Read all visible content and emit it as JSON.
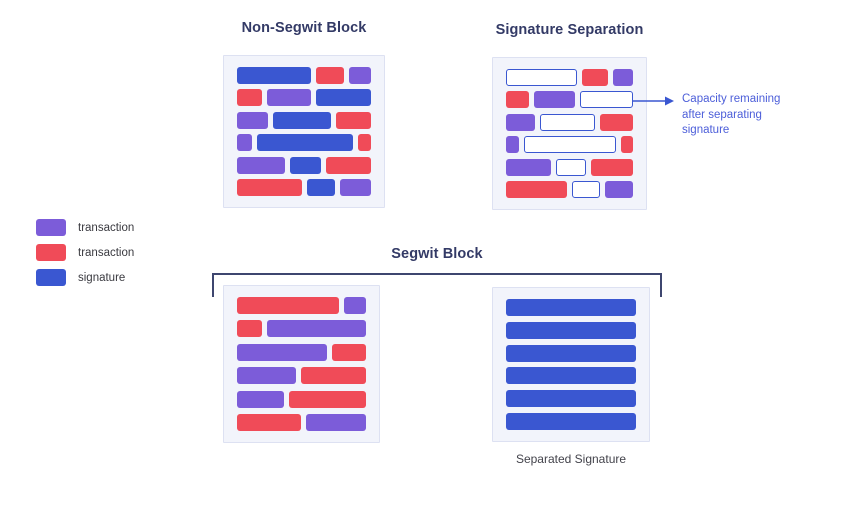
{
  "colors": {
    "purple": "#7C5CD9",
    "red": "#F04B58",
    "blue": "#3A57D1",
    "box_bg": "#F2F4FB",
    "box_border": "#DDE1F2",
    "title": "#333A66",
    "annotation": "#4C5ED9",
    "bracket": "#3E466F",
    "legend_text": "#3A3A40",
    "label_text": "#43434B"
  },
  "bar_meanings": {
    "purple": "transaction-bar",
    "red": "transaction-bar",
    "blue": "signature-bar",
    "outline": "capacity-remaining-bar"
  },
  "legend": {
    "items": [
      {
        "label": "transaction",
        "color": "purple"
      },
      {
        "label": "transaction",
        "color": "red"
      },
      {
        "label": "signature",
        "color": "blue"
      }
    ]
  },
  "blocks": {
    "non_segwit": {
      "title": "Non-Segwit Block",
      "rows": [
        [
          {
            "c": "blue",
            "f": 55
          },
          {
            "c": "red",
            "f": 21
          },
          {
            "c": "purple",
            "f": 16
          }
        ],
        [
          {
            "c": "red",
            "f": 19
          },
          {
            "c": "purple",
            "f": 33
          },
          {
            "c": "blue",
            "f": 42
          }
        ],
        [
          {
            "c": "purple",
            "f": 24
          },
          {
            "c": "blue",
            "f": 44
          },
          {
            "c": "red",
            "f": 27
          }
        ],
        [
          {
            "c": "purple",
            "f": 11
          },
          {
            "c": "blue",
            "f": 73
          },
          {
            "c": "red",
            "f": 10
          }
        ],
        [
          {
            "c": "purple",
            "f": 36
          },
          {
            "c": "blue",
            "f": 23
          },
          {
            "c": "red",
            "f": 34
          }
        ],
        [
          {
            "c": "red",
            "f": 49
          },
          {
            "c": "blue",
            "f": 21
          },
          {
            "c": "purple",
            "f": 23
          }
        ]
      ]
    },
    "signature_separation": {
      "title": "Signature Separation",
      "annotation": "Capacity remaining\nafter separating\nsignature",
      "rows": [
        [
          {
            "c": "outline",
            "f": 55
          },
          {
            "c": "red",
            "f": 21
          },
          {
            "c": "purple",
            "f": 16
          }
        ],
        [
          {
            "c": "red",
            "f": 19
          },
          {
            "c": "purple",
            "f": 33
          },
          {
            "c": "outline",
            "f": 42
          }
        ],
        [
          {
            "c": "purple",
            "f": 24
          },
          {
            "c": "outline",
            "f": 44
          },
          {
            "c": "red",
            "f": 27
          }
        ],
        [
          {
            "c": "purple",
            "f": 11
          },
          {
            "c": "outline",
            "f": 73
          },
          {
            "c": "red",
            "f": 10
          }
        ],
        [
          {
            "c": "purple",
            "f": 36
          },
          {
            "c": "outline",
            "f": 23
          },
          {
            "c": "red",
            "f": 34
          }
        ],
        [
          {
            "c": "red",
            "f": 49
          },
          {
            "c": "outline",
            "f": 21
          },
          {
            "c": "purple",
            "f": 23
          }
        ]
      ]
    },
    "segwit": {
      "title": "Segwit Block",
      "separated_signature_label": "Separated Signature",
      "tx_rows": [
        [
          {
            "c": "red",
            "f": 80
          },
          {
            "c": "purple",
            "f": 17
          }
        ],
        [
          {
            "c": "red",
            "f": 19
          },
          {
            "c": "purple",
            "f": 77
          }
        ],
        [
          {
            "c": "purple",
            "f": 70
          },
          {
            "c": "red",
            "f": 26
          }
        ],
        [
          {
            "c": "purple",
            "f": 45
          },
          {
            "c": "red",
            "f": 50
          }
        ],
        [
          {
            "c": "purple",
            "f": 36
          },
          {
            "c": "red",
            "f": 59
          }
        ],
        [
          {
            "c": "red",
            "f": 49
          },
          {
            "c": "purple",
            "f": 46
          }
        ]
      ],
      "sig_rows": [
        [
          {
            "c": "blue",
            "f": 100
          }
        ],
        [
          {
            "c": "blue",
            "f": 100
          }
        ],
        [
          {
            "c": "blue",
            "f": 100
          }
        ],
        [
          {
            "c": "blue",
            "f": 100
          }
        ],
        [
          {
            "c": "blue",
            "f": 100
          }
        ],
        [
          {
            "c": "blue",
            "f": 100
          }
        ]
      ]
    }
  }
}
